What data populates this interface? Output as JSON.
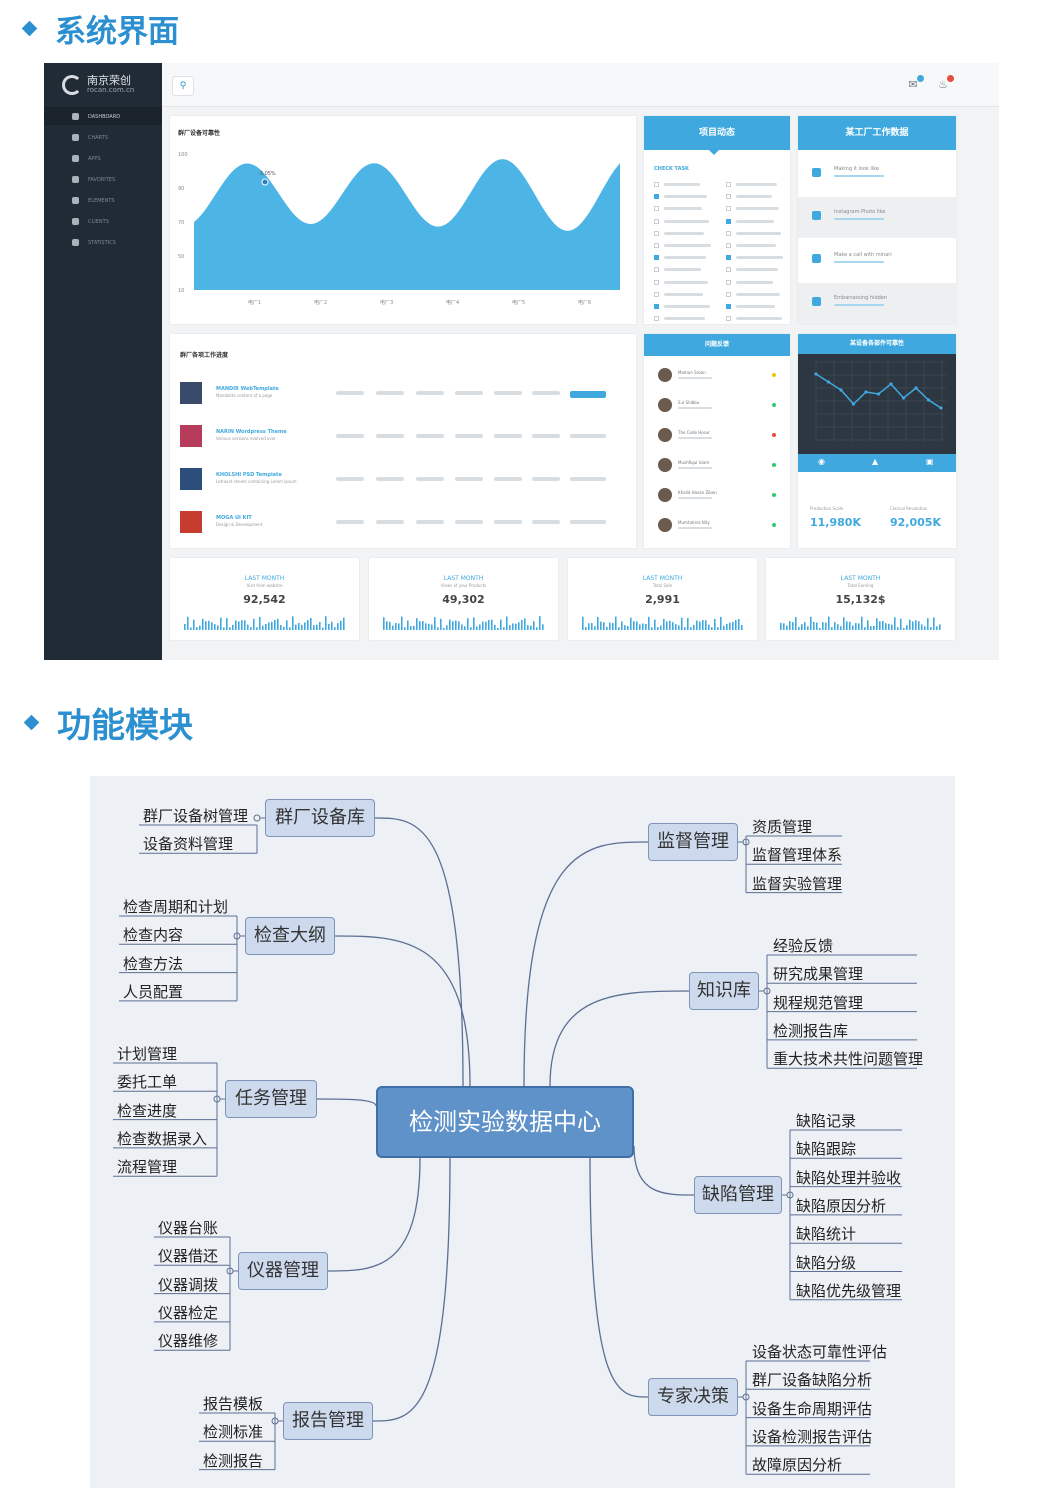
{
  "section1": {
    "title": "系统界面"
  },
  "section2": {
    "title": "功能模块"
  },
  "dashboard": {
    "logo": {
      "name_cn": "南京荣创",
      "domain": "rocan.com.cn"
    },
    "sidebar_items": [
      "DASHBOARD",
      "CHARTS",
      "APPS",
      "FAVORITES",
      "ELEMENTS",
      "CLIENTS",
      "STATISTICS"
    ],
    "area_chart": {
      "title": "群厂设备可靠性",
      "annotation": "-3.05%",
      "yticks": [
        "100",
        "90",
        "70",
        "50",
        "10"
      ],
      "xticks": [
        "电厂1",
        "电厂2",
        "电厂3",
        "电厂4",
        "电厂5",
        "电厂6"
      ]
    },
    "progress": {
      "title": "群厂各项工作进度",
      "rows": [
        {
          "name": "MANDIR WebTemplate",
          "desc": "Mandalite content of a page"
        },
        {
          "name": "NARIN Wordpress Theme",
          "desc": "Various versions evolved over"
        },
        {
          "name": "KHOLSHI PSD Template",
          "desc": "Letraset sheets containing Lorem Ipsum"
        },
        {
          "name": "MOGA UI KIT",
          "desc": "Design & Development"
        }
      ]
    },
    "project": {
      "title": "项目动态",
      "subtitle": "CHECK TASK"
    },
    "factory": {
      "title": "某工厂工作数据",
      "items": [
        "Making it look like",
        "Instagram Photo like",
        "Make a call with minari",
        "Embarrassing hidden"
      ]
    },
    "feedback": {
      "title": "问题反馈",
      "people": [
        "Mamun Sroon",
        "S.a Shibbu",
        "The Code Hosur",
        "Mushfiqul Islam",
        "Khalid Hasan Zibon",
        "Mumtahina Nity"
      ]
    },
    "reliability": {
      "title": "某设备各部件可靠性",
      "stat1_label": "Production Scale",
      "stat1_value": "11,980K",
      "stat2_label": "Clerical Revolution",
      "stat2_value": "92,005K"
    },
    "stats": [
      {
        "label": "LAST MONTH",
        "sub": "Visit from website",
        "value": "92,542"
      },
      {
        "label": "LAST MONTH",
        "sub": "Views of your Products",
        "value": "49,302"
      },
      {
        "label": "LAST MONTH",
        "sub": "Total Sale",
        "value": "2,991"
      },
      {
        "label": "LAST MONTH",
        "sub": "Total Earning",
        "value": "15,132$"
      }
    ]
  },
  "mindmap": {
    "center": "检测实验数据中心",
    "branches": {
      "equipment": {
        "label": "群厂设备库",
        "leaves": [
          "群厂设备树管理",
          "设备资料管理"
        ]
      },
      "outline": {
        "label": "检查大纲",
        "leaves": [
          "检查周期和计划",
          "检查内容",
          "检查方法",
          "人员配置"
        ]
      },
      "task": {
        "label": "任务管理",
        "leaves": [
          "计划管理",
          "委托工单",
          "检查进度",
          "检查数据录入",
          "流程管理"
        ]
      },
      "instrument": {
        "label": "仪器管理",
        "leaves": [
          "仪器台账",
          "仪器借还",
          "仪器调拨",
          "仪器检定",
          "仪器维修"
        ]
      },
      "report": {
        "label": "报告管理",
        "leaves": [
          "报告模板",
          "检测标准",
          "检测报告"
        ]
      },
      "supervision": {
        "label": "监督管理",
        "leaves": [
          "资质管理",
          "监督管理体系",
          "监督实验管理"
        ]
      },
      "knowledge": {
        "label": "知识库",
        "leaves": [
          "经验反馈",
          "研究成果管理",
          "规程规范管理",
          "检测报告库",
          "重大技术共性问题管理"
        ]
      },
      "defect": {
        "label": "缺陷管理",
        "leaves": [
          "缺陷记录",
          "缺陷跟踪",
          "缺陷处理并验收",
          "缺陷原因分析",
          "缺陷统计",
          "缺陷分级",
          "缺陷优先级管理"
        ]
      },
      "expert": {
        "label": "专家决策",
        "leaves": [
          "设备状态可靠性评估",
          "群厂设备缺陷分析",
          "设备生命周期评估",
          "设备检测报告评估",
          "故障原因分析"
        ]
      }
    }
  }
}
